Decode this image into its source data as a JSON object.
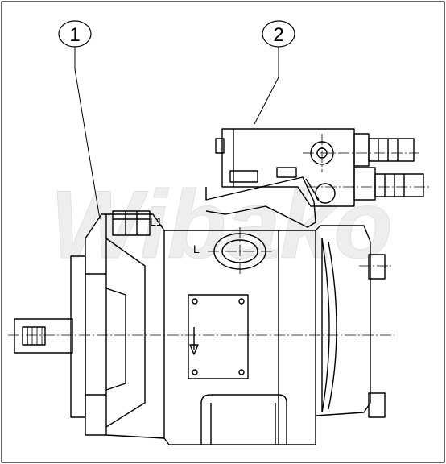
{
  "callouts": [
    {
      "id": "1"
    },
    {
      "id": "2"
    }
  ],
  "port_labels": {
    "top_drain": "L1",
    "side_port": "L"
  },
  "watermark": "Wibako",
  "colors": {
    "line": "#000000",
    "background": "#ffffff",
    "watermark": "#e6e6e6"
  }
}
